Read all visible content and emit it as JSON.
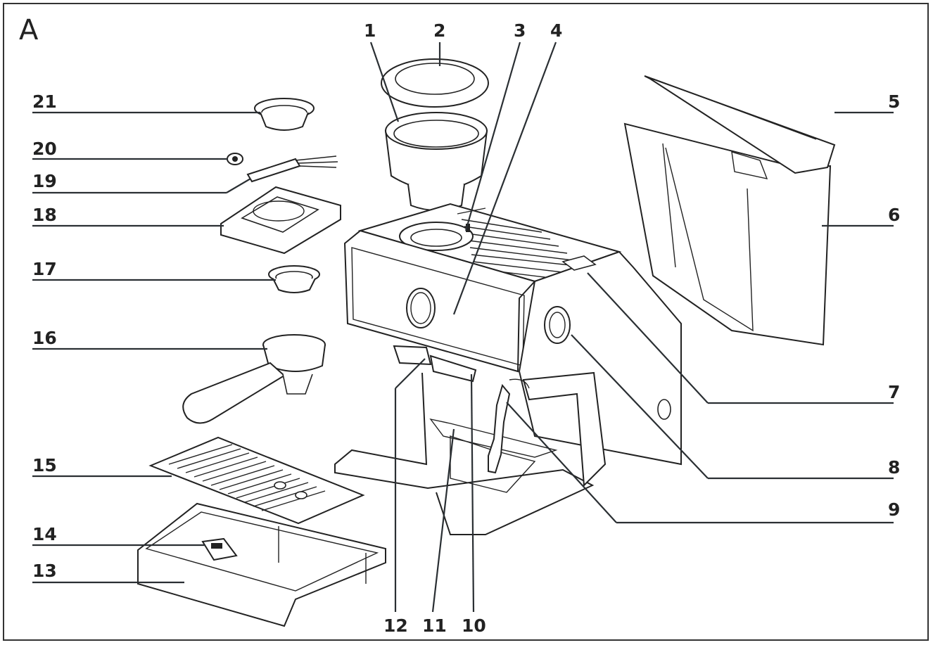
{
  "figure": {
    "panel_label": "A"
  },
  "callouts": {
    "c1": "1",
    "c2": "2",
    "c3": "3",
    "c4": "4",
    "c5": "5",
    "c6": "6",
    "c7": "7",
    "c8": "8",
    "c9": "9",
    "c10": "10",
    "c11": "11",
    "c12": "12",
    "c13": "13",
    "c14": "14",
    "c15": "15",
    "c16": "16",
    "c17": "17",
    "c18": "18",
    "c19": "19",
    "c20": "20",
    "c21": "21"
  }
}
